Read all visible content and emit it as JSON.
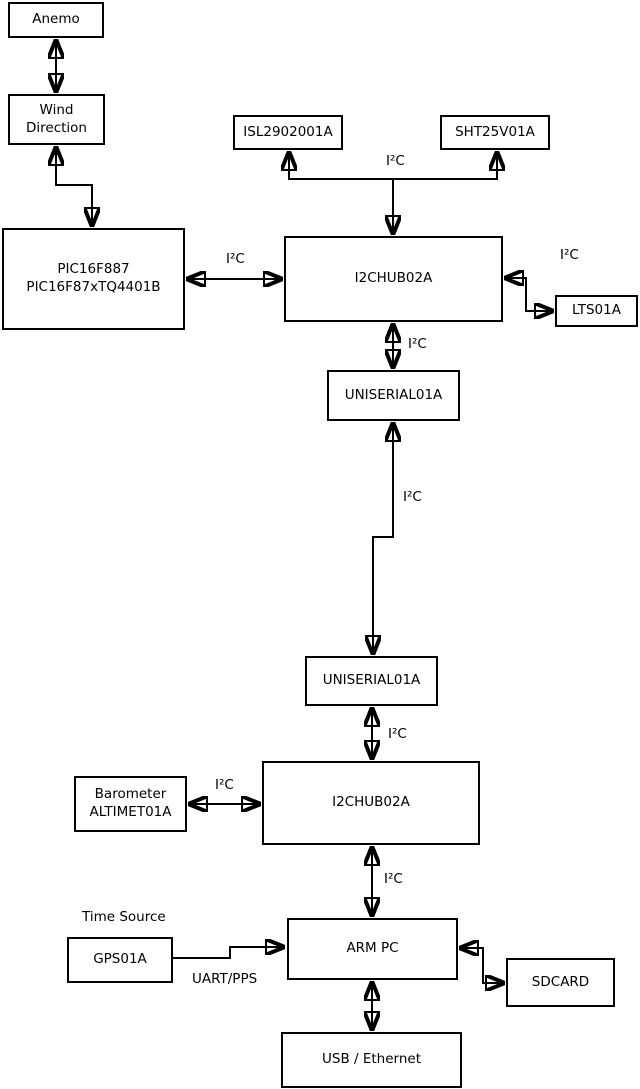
{
  "diagram": {
    "colors": {
      "background": "#ffffff",
      "line": "#000000",
      "box_fill": "#ffffff",
      "box_border": "#000000",
      "text": "#000000"
    },
    "nodes": {
      "anemo": "Anemo",
      "wind_direction": "Wind\nDirection",
      "pic": "PIC16F887\nPIC16F87xTQ4401B",
      "isl": "ISL2902001A",
      "sht": "SHT25V01A",
      "hub_top": "I2CHUB02A",
      "lts": "LTS01A",
      "uniserial_top": "UNISERIAL01A",
      "uniserial_bottom": "UNISERIAL01A",
      "hub_bottom": "I2CHUB02A",
      "barometer": "Barometer\nALTIMET01A",
      "arm_pc": "ARM PC",
      "gps": "GPS01A",
      "sdcard": "SDCARD",
      "usb_ethernet": "USB / Ethernet"
    },
    "edge_labels": {
      "i2c_pic_hub": "I²C",
      "i2c_hub_sensors": "I²C",
      "i2c_hub_lts": "I²C",
      "i2c_hub_uniserial": "I²C",
      "i2c_uniserial_link": "I²C",
      "i2c_uniserial_hub2": "I²C",
      "i2c_barometer_hub2": "I²C",
      "i2c_hub2_armpc": "I²C",
      "time_source": "Time Source",
      "uart_pps": "UART/PPS"
    },
    "edges": [
      {
        "from": "anemo",
        "to": "wind_direction",
        "bidirectional": true,
        "label": ""
      },
      {
        "from": "wind_direction",
        "to": "pic",
        "bidirectional": true,
        "label": ""
      },
      {
        "from": "pic",
        "to": "hub_top",
        "bidirectional": true,
        "label": "I²C"
      },
      {
        "from": "hub_top",
        "to": "isl",
        "bidirectional": true,
        "label": "I²C"
      },
      {
        "from": "hub_top",
        "to": "sht",
        "bidirectional": true,
        "label": "I²C"
      },
      {
        "from": "hub_top",
        "to": "lts",
        "bidirectional": true,
        "label": "I²C"
      },
      {
        "from": "hub_top",
        "to": "uniserial_top",
        "bidirectional": true,
        "label": "I²C"
      },
      {
        "from": "uniserial_top",
        "to": "uniserial_bottom",
        "bidirectional": true,
        "label": "I²C"
      },
      {
        "from": "uniserial_bottom",
        "to": "hub_bottom",
        "bidirectional": true,
        "label": "I²C"
      },
      {
        "from": "barometer",
        "to": "hub_bottom",
        "bidirectional": true,
        "label": "I²C"
      },
      {
        "from": "hub_bottom",
        "to": "arm_pc",
        "bidirectional": true,
        "label": "I²C"
      },
      {
        "from": "gps",
        "to": "arm_pc",
        "bidirectional": false,
        "label": "UART/PPS"
      },
      {
        "from": "arm_pc",
        "to": "sdcard",
        "bidirectional": true,
        "label": ""
      },
      {
        "from": "arm_pc",
        "to": "usb_ethernet",
        "bidirectional": true,
        "label": ""
      }
    ]
  }
}
